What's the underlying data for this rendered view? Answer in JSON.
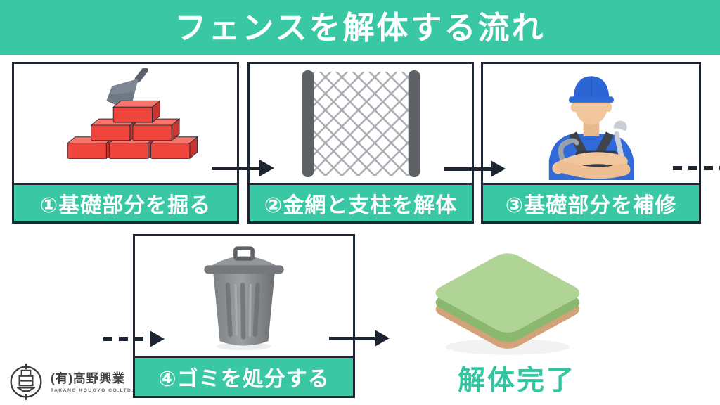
{
  "header": {
    "title": "フェンスを解体する流れ",
    "bg_color": "#3ac7a4",
    "text_color": "#ffffff"
  },
  "steps": [
    {
      "label": "①基礎部分を掘る",
      "illustration": "brick-stack-and-trowel"
    },
    {
      "label": "②金網と支柱を解体",
      "illustration": "chain-link-fence"
    },
    {
      "label": "③基礎部分を補修",
      "illustration": "worker-with-tools"
    },
    {
      "label": "④ゴミを処分する",
      "illustration": "metal-trash-can"
    }
  ],
  "completion": {
    "label": "解体完了",
    "illustration": "green-ground-slab",
    "text_color": "#2fc6a0"
  },
  "flow_arrows": [
    {
      "name": "arrow-step1-to-step2",
      "style": "solid"
    },
    {
      "name": "arrow-step2-to-step3",
      "style": "solid"
    },
    {
      "name": "arrow-step3-wrap-right",
      "style": "dashed"
    },
    {
      "name": "arrow-wrap-to-step4",
      "style": "dashed"
    },
    {
      "name": "arrow-step4-to-complete",
      "style": "solid"
    }
  ],
  "logo": {
    "company": "(有)髙野興業",
    "company_en": "TAKANO KOUGYO CO.LTD."
  },
  "colors": {
    "accent_teal": "#3ac7a4",
    "border_navy": "#1d2533",
    "brick_red": "#f0453d",
    "worker_blue": "#2f6ad8",
    "slab_green": "#a9d08e",
    "slab_tan": "#d2a278"
  }
}
